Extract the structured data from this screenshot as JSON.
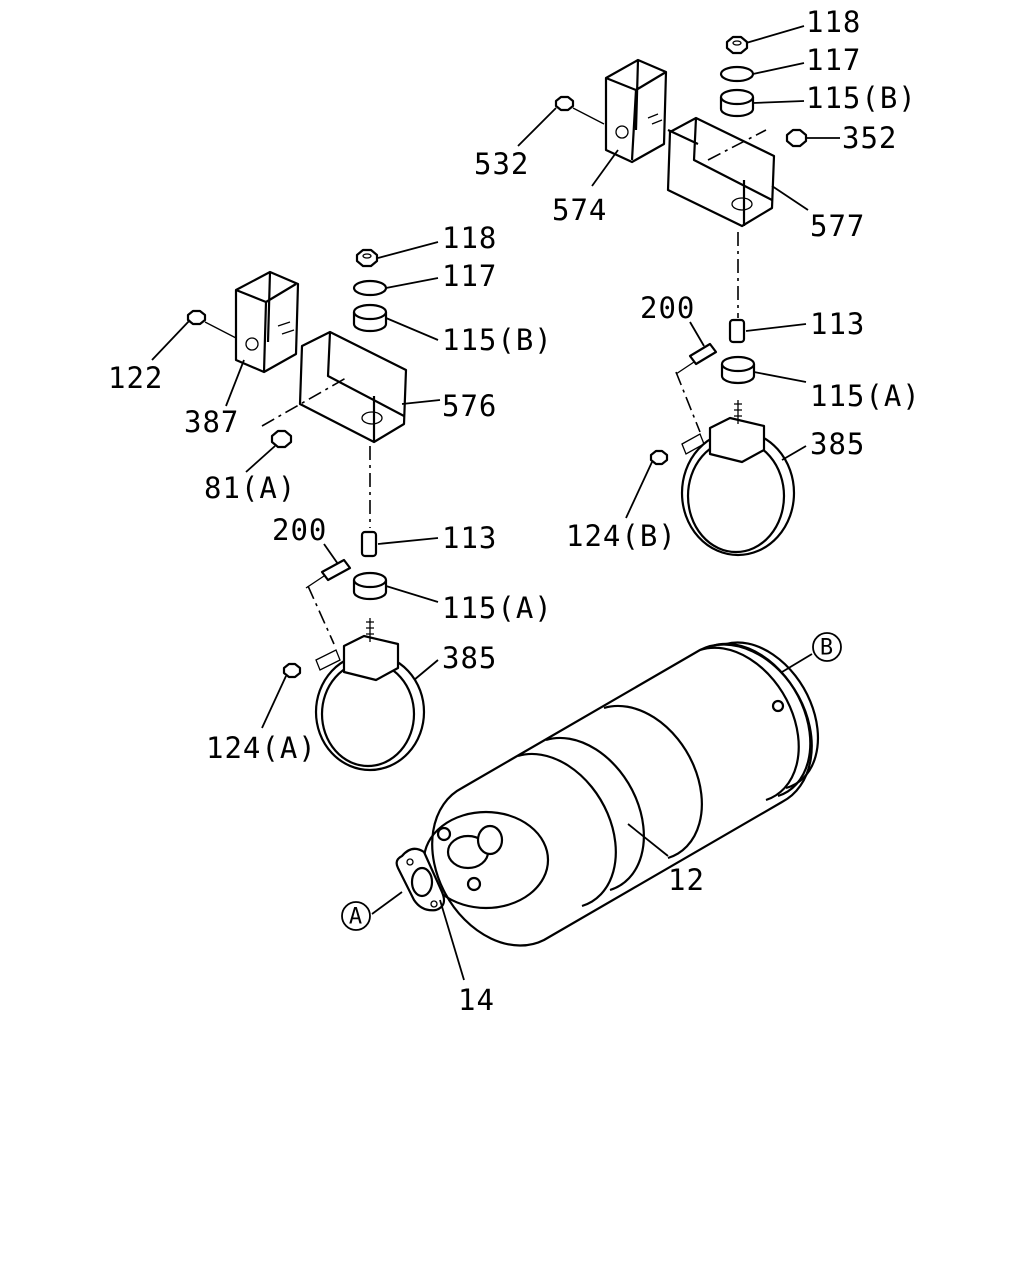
{
  "callouts": {
    "r_118": "118",
    "r_117": "117",
    "r_115b": "115(B)",
    "r_352": "352",
    "r_532": "532",
    "r_574": "574",
    "r_577": "577",
    "r_200": "200",
    "r_113": "113",
    "r_115a": "115(A)",
    "r_385": "385",
    "r_124b": "124(B)",
    "l_118": "118",
    "l_117": "117",
    "l_115b": "115(B)",
    "l_122": "122",
    "l_387": "387",
    "l_576": "576",
    "l_81a": "81(A)",
    "l_200": "200",
    "l_113": "113",
    "l_115a": "115(A)",
    "l_385": "385",
    "l_124a": "124(A)",
    "muffler_12": "12",
    "gasket_14": "14"
  },
  "connection_markers": {
    "a": "A",
    "b": "B"
  },
  "colors": {
    "line": "#000000",
    "background": "#ffffff"
  }
}
